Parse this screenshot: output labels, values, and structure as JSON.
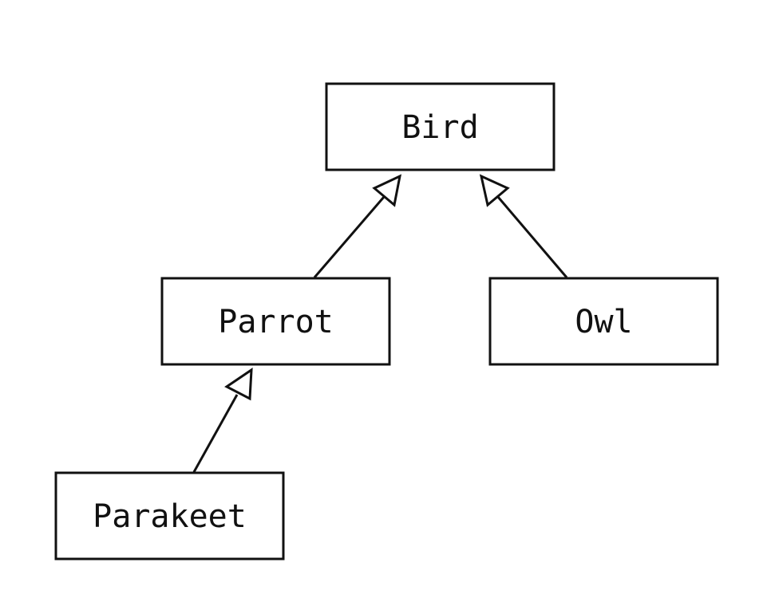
{
  "diagram": {
    "type": "uml-class-inheritance",
    "nodes": [
      {
        "id": "bird",
        "label": "Bird"
      },
      {
        "id": "parrot",
        "label": "Parrot"
      },
      {
        "id": "owl",
        "label": "Owl"
      },
      {
        "id": "parakeet",
        "label": "Parakeet"
      }
    ],
    "edges": [
      {
        "from": "parrot",
        "to": "bird",
        "kind": "generalization"
      },
      {
        "from": "owl",
        "to": "bird",
        "kind": "generalization"
      },
      {
        "from": "parakeet",
        "to": "parrot",
        "kind": "generalization"
      }
    ],
    "colors": {
      "stroke": "#111111",
      "background": "#ffffff"
    }
  }
}
